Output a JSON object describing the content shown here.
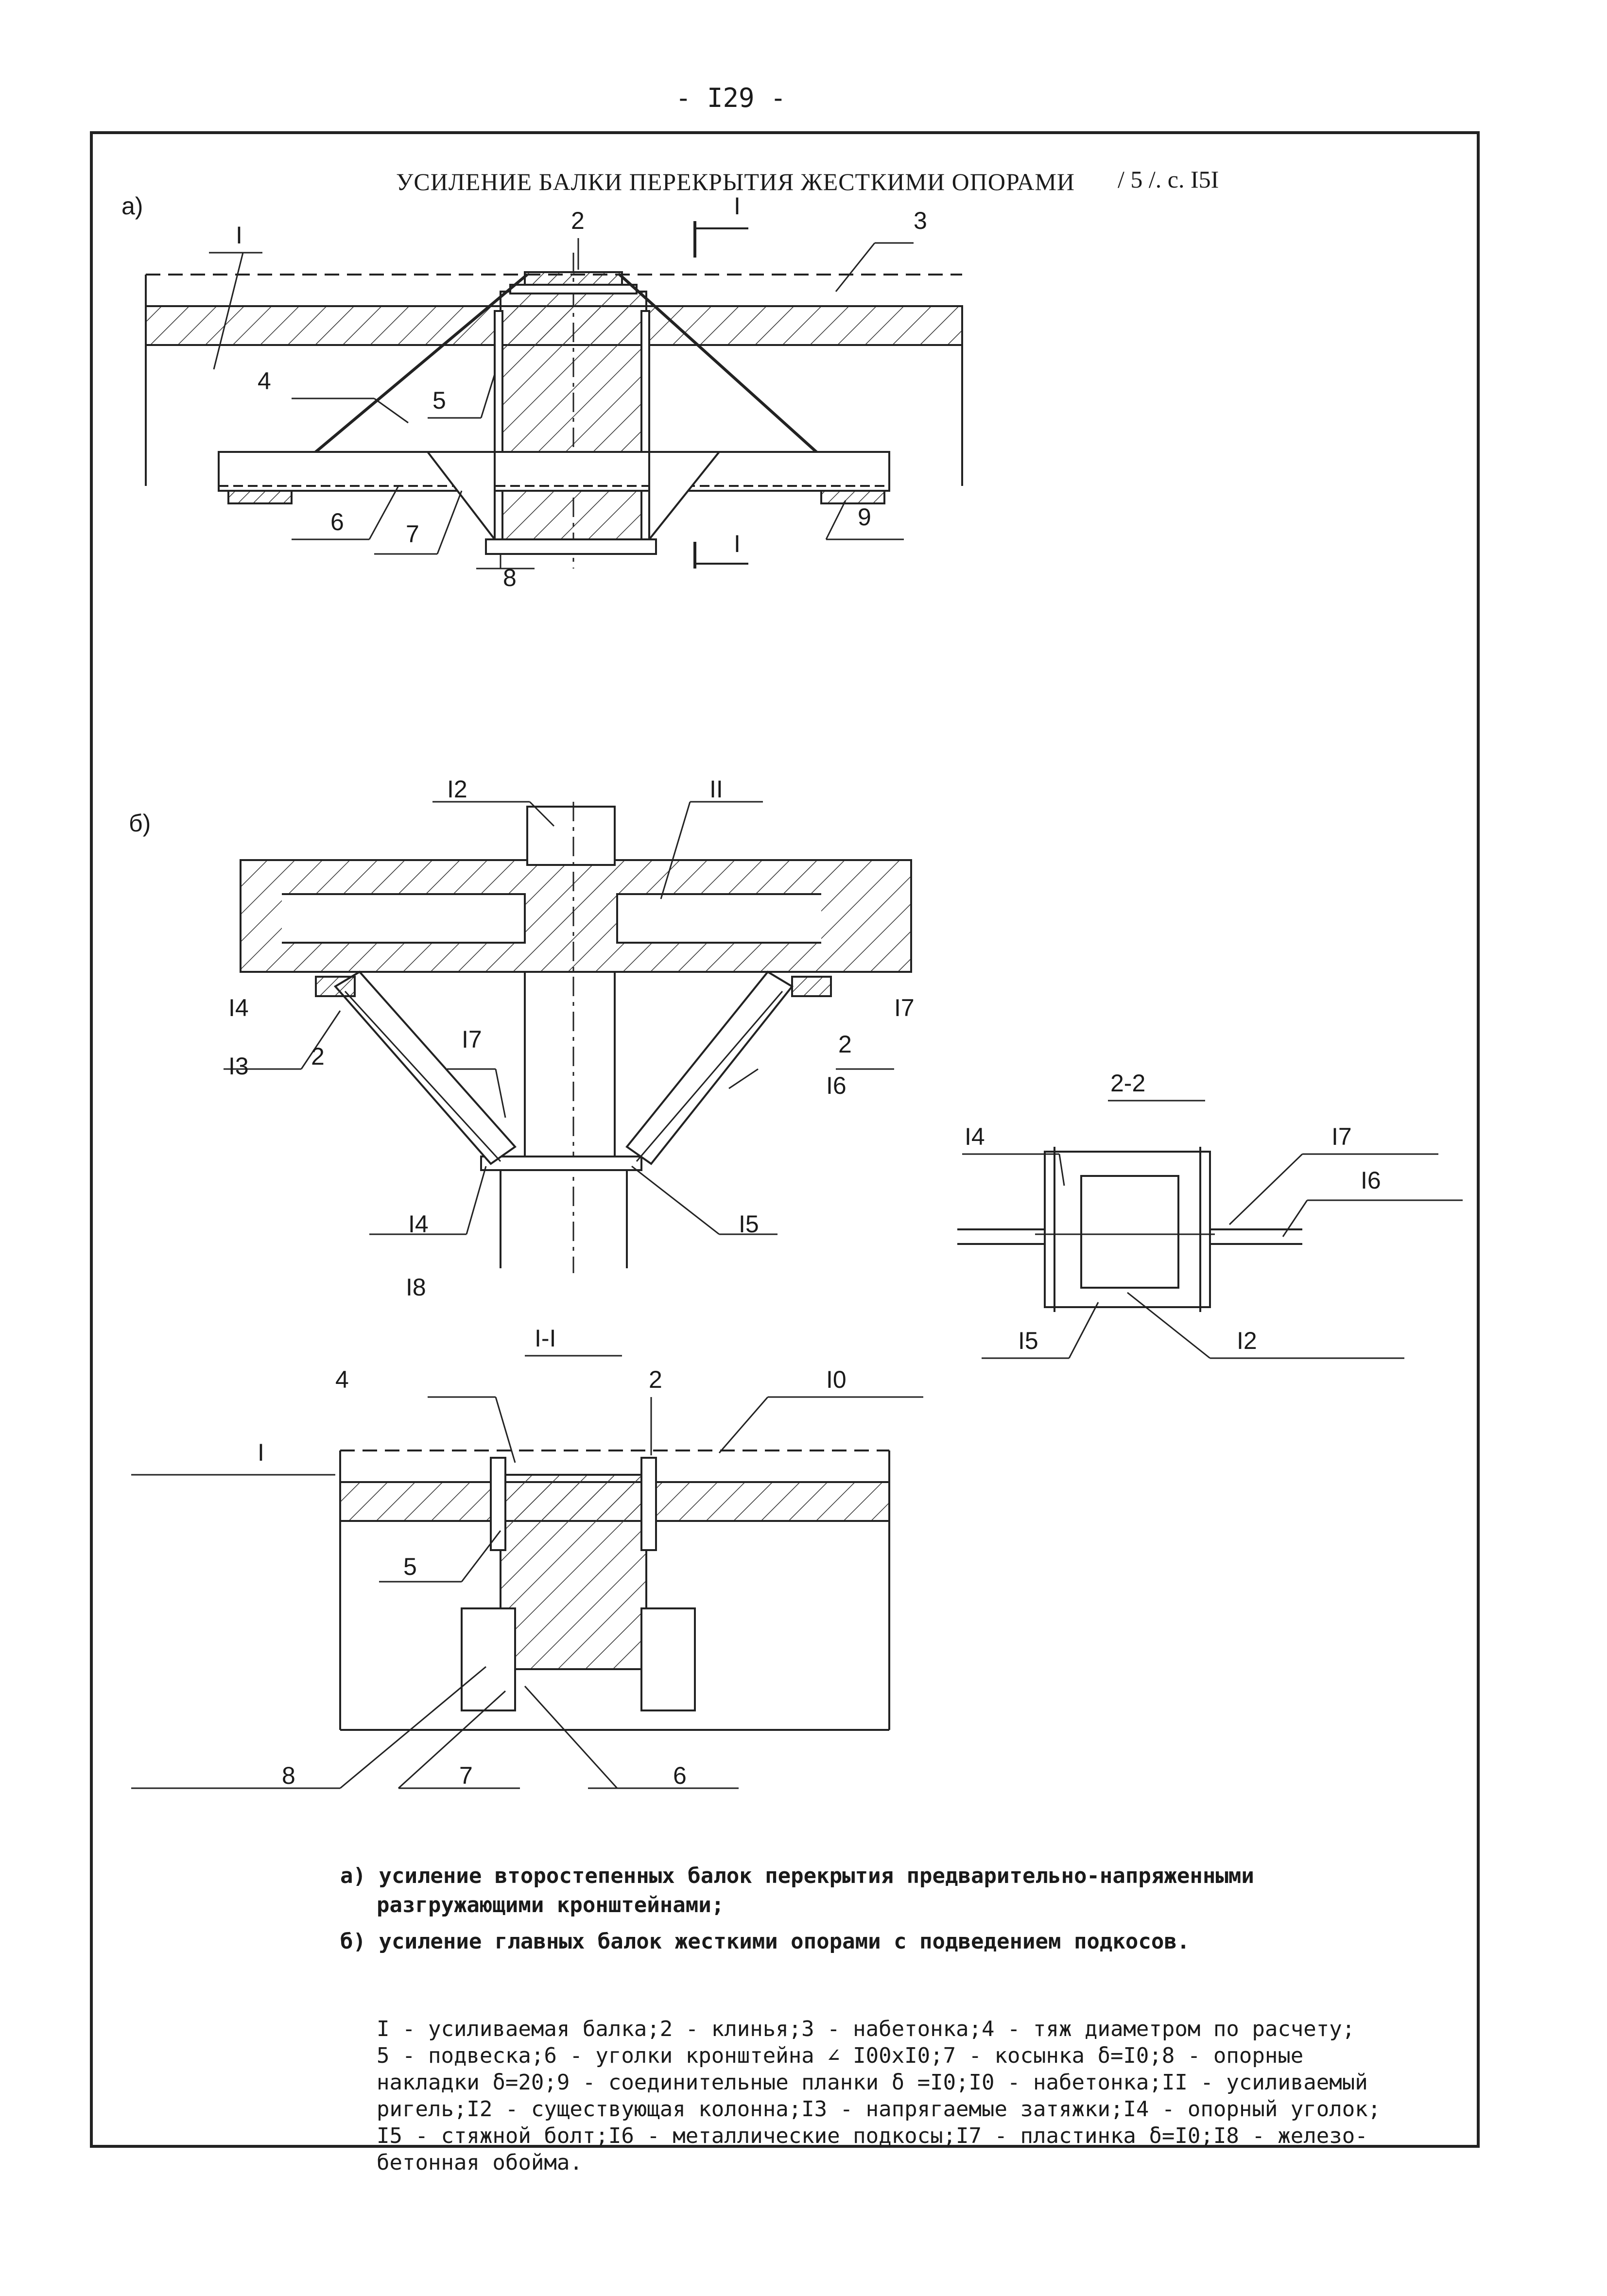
{
  "page": {
    "number": "- I29 -"
  },
  "header": {
    "title": "УСИЛЕНИЕ БАЛКИ ПЕРЕКРЫТИЯ ЖЕСТКИМИ ОПОРАМИ",
    "ref": "/ 5 /. с. I5I"
  },
  "diagram_a": {
    "tag": "а)",
    "labels": {
      "l1": "I",
      "l2": "2",
      "l3": "3",
      "l4": "4",
      "l5": "5",
      "l6": "6",
      "l7": "7",
      "l8": "8",
      "l9": "9",
      "sec_top": "I",
      "sec_bottom": "I"
    }
  },
  "diagram_b": {
    "tag": "б)",
    "labels": {
      "l12": "I2",
      "l11": "II",
      "l14a": "I4",
      "l17a": "I7",
      "l13": "I3",
      "l2a": "2",
      "l17b": "I7",
      "l2b": "2",
      "l16": "I6",
      "l14b": "I4",
      "l15": "I5",
      "l18": "I8"
    }
  },
  "section_22": {
    "title": "2-2",
    "labels": {
      "l14": "I4",
      "l17": "I7",
      "l16": "I6",
      "l15": "I5",
      "l12": "I2"
    }
  },
  "section_11": {
    "title": "I-I",
    "labels": {
      "l4": "4",
      "l2": "2",
      "l10": "I0",
      "l1": "I",
      "l5": "5",
      "l8": "8",
      "l7": "7",
      "l6": "6"
    }
  },
  "captions": {
    "a_line1": "а) усиление второстепенных балок перекрытия предварительно-напряженными",
    "a_line2": "разгружающими кронштейнами;",
    "b_line1": "б) усиление главных балок жесткими опорами с подведением подкосов."
  },
  "legend": {
    "line1": "I - усиливаемая балка;2 - клинья;3 - набетонка;4 - тяж диаметром по расчету;",
    "line2": "5 - подвеска;6 - уголки кронштейна ∠ I00xI0;7 - косынка δ=I0;8 - опорные",
    "line3": "накладки δ=20;9 - соединительные планки δ =I0;I0 - набетонка;II - усиливаемый",
    "line4": "ригель;I2 - существующая колонна;I3 - напрягаемые затяжки;I4 - опорный уголок;",
    "line5": "I5 - стяжной болт;I6 - металлические подкосы;I7 - пластинка δ=I0;I8 - железо-",
    "line6": "бетонная обойма."
  }
}
